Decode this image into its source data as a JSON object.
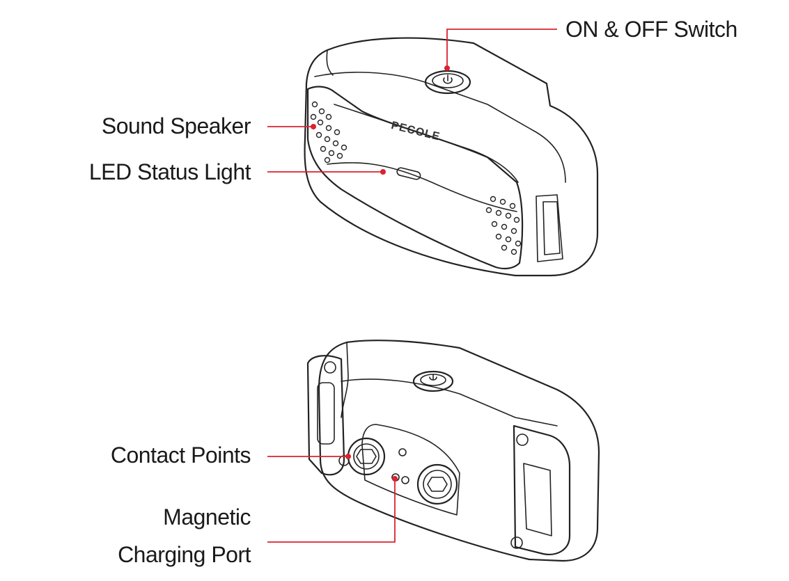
{
  "colors": {
    "accent": "#d9232e",
    "line": "#222222",
    "background": "#ffffff"
  },
  "device": {
    "brand_text": "PECOLE",
    "power_icon": "power-icon"
  },
  "callouts": {
    "on_off_switch": "ON & OFF Switch",
    "sound_speaker": "Sound Speaker",
    "led_status_light": "LED Status Light",
    "contact_points": "Contact Points",
    "magnetic_line1": "Magnetic",
    "magnetic_line2": "Charging Port"
  }
}
